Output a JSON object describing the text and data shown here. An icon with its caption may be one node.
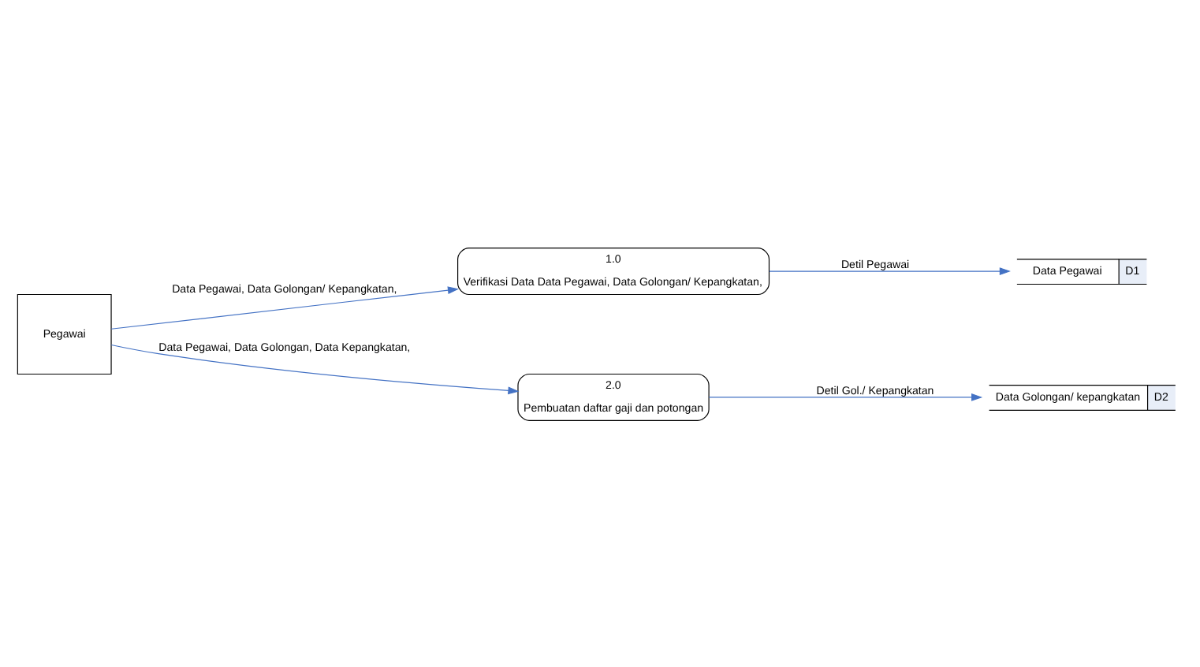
{
  "diagram": {
    "nodes": [
      {
        "text": [
          "Pegawai"
        ]
      },
      {
        "text": [
          "1.0",
          "Verifikasi Data Data Pegawai, Data Golongan/ Kepangkatan,"
        ]
      },
      {
        "text": [
          "Data Pegawai",
          "D1"
        ]
      },
      {
        "text": [
          "2.0",
          "Pembuatan daftar gaji dan potongan"
        ]
      },
      {
        "text": [
          "Data Golongan/ kepangkatan",
          "D2"
        ]
      }
    ],
    "edges": [
      {
        "from": 0,
        "to": 1,
        "arrow": "to",
        "label": "Data Pegawai, Data Golongan/ Kepangkatan,",
        "color": "#4472c4"
      },
      {
        "from": 1,
        "to": 2,
        "arrow": "to",
        "label": "Detil Pegawai",
        "color": "#4472c4"
      },
      {
        "from": 0,
        "to": 3,
        "arrow": "to",
        "label": "Data Pegawai, Data Golongan, Data Kepangkatan,",
        "color": "#4472c4"
      },
      {
        "from": 3,
        "to": 4,
        "arrow": "to",
        "label": "Detil Gol./ Kepangkatan",
        "color": "#4472c4"
      }
    ]
  }
}
